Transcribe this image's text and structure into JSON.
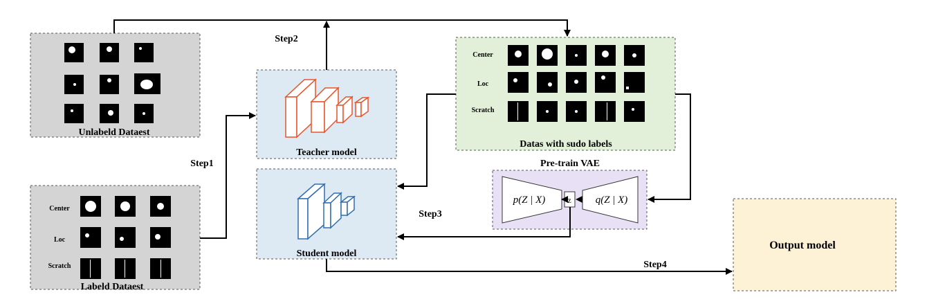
{
  "unlabeled": {
    "title": "Unlabeld Dataest"
  },
  "labeled": {
    "title": "Labeld Dataest",
    "rows": [
      "Center",
      "Loc",
      "Scratch"
    ]
  },
  "teacher": {
    "title": "Teacher model"
  },
  "student": {
    "title": "Student model"
  },
  "pseudo": {
    "title": "Datas with sudo labels",
    "rows": [
      "Center",
      "Loc",
      "Scratch"
    ]
  },
  "vae": {
    "title": "Pre-train VAE",
    "decoder": "p(Z | X)",
    "latent": "z",
    "encoder": "q(Z | X)"
  },
  "output": {
    "title": "Output model"
  },
  "steps": {
    "s1": "Step1",
    "s2": "Step2",
    "s3": "Step3",
    "s4": "Step4"
  },
  "colors": {
    "dataset_fill": "#d4d4d4",
    "model_fill": "#dde9f3",
    "pseudo_fill": "#e2efd9",
    "vae_fill": "#e8e0f5",
    "output_fill": "#fdf2d6",
    "teacher_net": "#e8542a",
    "student_net": "#2f6fb0"
  }
}
